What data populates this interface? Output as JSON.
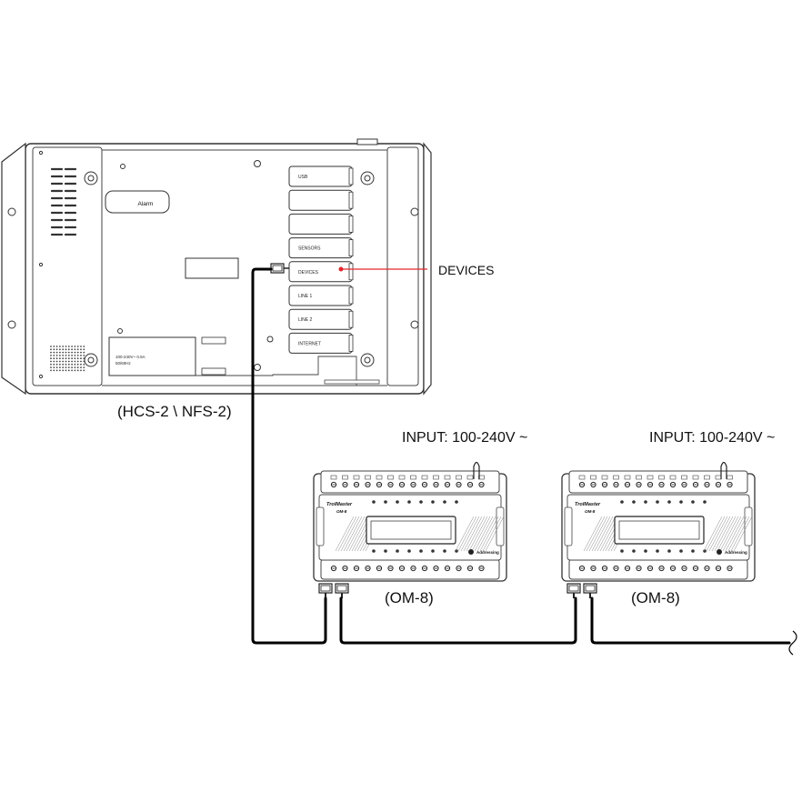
{
  "controller": {
    "caption": "(HCS-2 \\ NFS-2)",
    "alarm_label": "Alarm",
    "power_rating_line1": "100-240V~  0.5A",
    "power_rating_line2": "50/60Hz",
    "ports": [
      {
        "label": "USB"
      },
      {
        "label": ""
      },
      {
        "label": ""
      },
      {
        "label": "SENSORS"
      },
      {
        "label": "DEVICES"
      },
      {
        "label": "LINE 1"
      },
      {
        "label": "LINE 2"
      },
      {
        "label": "INTERNET"
      }
    ]
  },
  "callout": {
    "label": "DEVICES",
    "color": "#e0282e"
  },
  "modules": [
    {
      "caption": "(OM-8)",
      "input_label": "INPUT: 100-240V ~",
      "brand": "TrolMaster",
      "model": "OM-8",
      "addressing_label": "Addressing"
    },
    {
      "caption": "(OM-8)",
      "input_label": "INPUT: 100-240V ~",
      "brand": "TrolMaster",
      "model": "OM-8",
      "addressing_label": "Addressing"
    }
  ],
  "colors": {
    "line": "#1a1a1a",
    "outline": "#333333",
    "cable": "#000000"
  }
}
